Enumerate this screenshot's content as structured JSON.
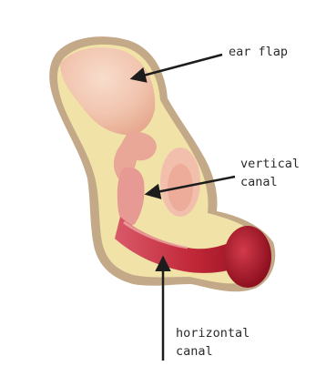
{
  "labels": {
    "ear_flap": "ear flap",
    "vertical_canal": [
      "vertical",
      "canal"
    ],
    "horizontal_canal": [
      "horizontal",
      "canal"
    ]
  },
  "colors": {
    "background": "#ffffff",
    "fur": "#b89a72",
    "skin": "#f1e2a8",
    "flap_inner": "#f3c9b2",
    "canal_pink": "#e79a94",
    "canal_dark": "#b51f2e",
    "arrow": "#1c1c1c",
    "text": "#2b2b2b"
  }
}
